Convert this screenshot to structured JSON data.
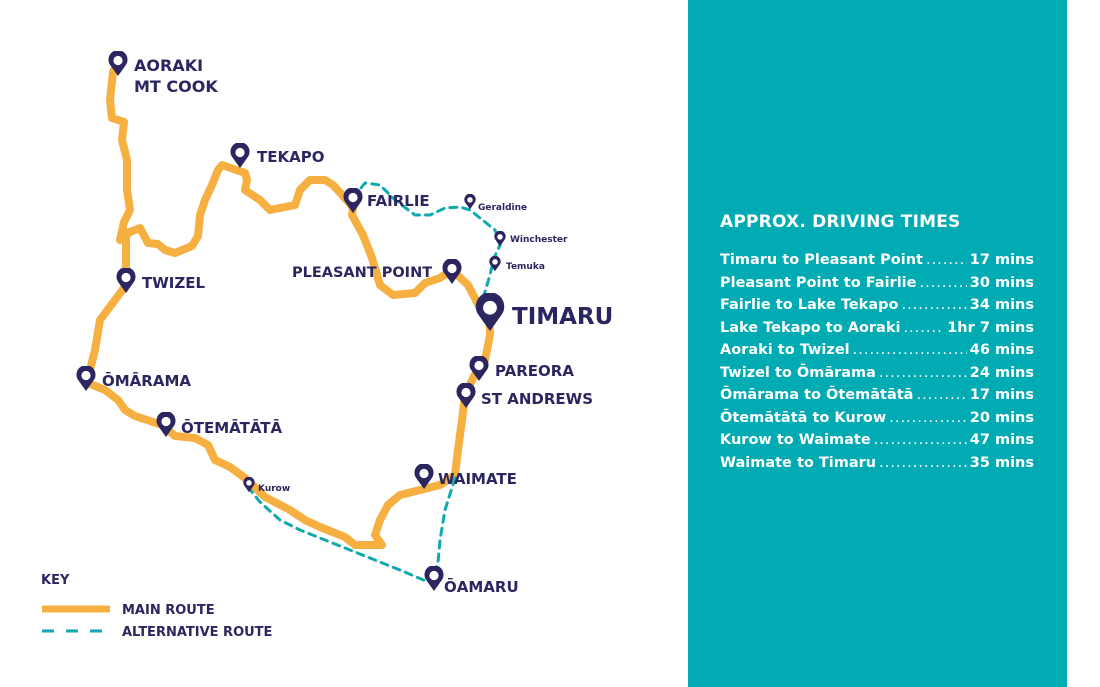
{
  "colors": {
    "main_route": "#f5b041",
    "alternative_route": "#11a9b0",
    "pin": "#2b2660",
    "panel": "#00abb3"
  },
  "places": {
    "aoraki_1": "AORAKI",
    "aoraki_2": "MT COOK",
    "tekapo": "TEKAPO",
    "fairlie": "FAIRLIE",
    "geraldine": "Geraldine",
    "winchester": "Winchester",
    "temuka": "Temuka",
    "pleasant_point": "PLEASANT POINT",
    "timaru": "TIMARU",
    "twizel": "TWIZEL",
    "omarama": "ŌMĀRAMA",
    "otematata": "ŌTEMĀTĀTĀ",
    "kurow": "Kurow",
    "pareora": "PAREORA",
    "st_andrews": "ST ANDREWS",
    "waimate": "WAIMATE",
    "oamaru": "ŌAMARU"
  },
  "key": {
    "title": "KEY",
    "main": "MAIN ROUTE",
    "alternative": "ALTERNATIVE ROUTE"
  },
  "panel": {
    "title": "APPROX. DRIVING TIMES",
    "rows": [
      {
        "route": "Timaru to Pleasant Point",
        "time": "17 mins"
      },
      {
        "route": "Pleasant Point to Fairlie",
        "time": "30 mins"
      },
      {
        "route": "Fairlie to Lake Tekapo",
        "time": "34 mins"
      },
      {
        "route": "Lake Tekapo to Aoraki",
        "time": "1hr 7 mins"
      },
      {
        "route": "Aoraki to Twizel",
        "time": "46 mins"
      },
      {
        "route": "Twizel to Ōmārama",
        "time": "24 mins"
      },
      {
        "route": "Ōmārama to Ōtemātātā",
        "time": "17 mins"
      },
      {
        "route": "Ōtemātātā to Kurow",
        "time": "20 mins"
      },
      {
        "route": "Kurow to Waimate",
        "time": "47 mins"
      },
      {
        "route": "Waimate to Timaru",
        "time": "35 mins"
      }
    ]
  }
}
